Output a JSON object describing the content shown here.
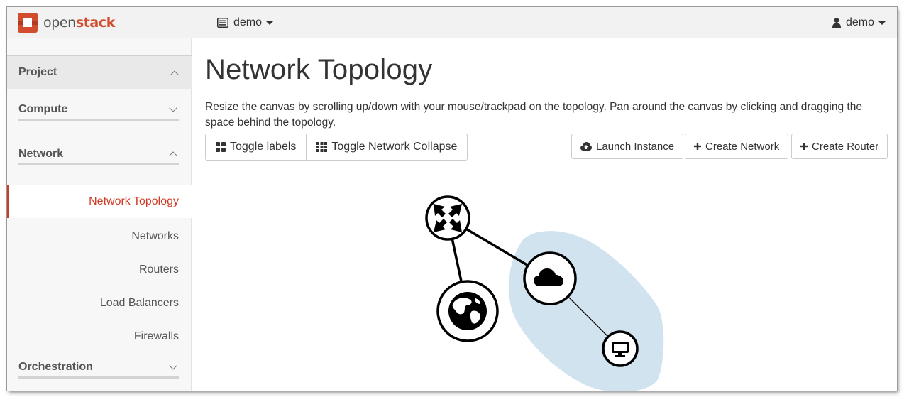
{
  "navbar": {
    "brand_part1": "open",
    "brand_part2": "stack",
    "project_label": "demo",
    "user_label": "demo"
  },
  "sidebar": {
    "panel_title": "Project",
    "compute_label": "Compute",
    "network_label": "Network",
    "items": [
      {
        "label": "Network Topology",
        "active": true
      },
      {
        "label": "Networks"
      },
      {
        "label": "Routers"
      },
      {
        "label": "Load Balancers"
      },
      {
        "label": "Firewalls"
      }
    ],
    "orchestration_label": "Orchestration"
  },
  "main": {
    "title": "Network Topology",
    "description": "Resize the canvas by scrolling up/down with your mouse/trackpad on the topology. Pan around the canvas by clicking and dragging the space behind the topology.",
    "toggle_labels": "Toggle labels",
    "toggle_collapse": "Toggle Network Collapse",
    "launch_instance": "Launch Instance",
    "create_network": "Create Network",
    "create_router": "Create Router"
  },
  "colors": {
    "accent": "#cf3a24",
    "network_region": "#d2e3f0",
    "navbar_bg": "#f2f2f2"
  },
  "icons": [
    "openstack-logo-icon",
    "project-list-icon",
    "user-icon",
    "grid-icon",
    "th-icon",
    "cloud-upload-icon",
    "plus-icon",
    "router-icon",
    "globe-icon",
    "cloud-icon",
    "monitor-icon"
  ]
}
